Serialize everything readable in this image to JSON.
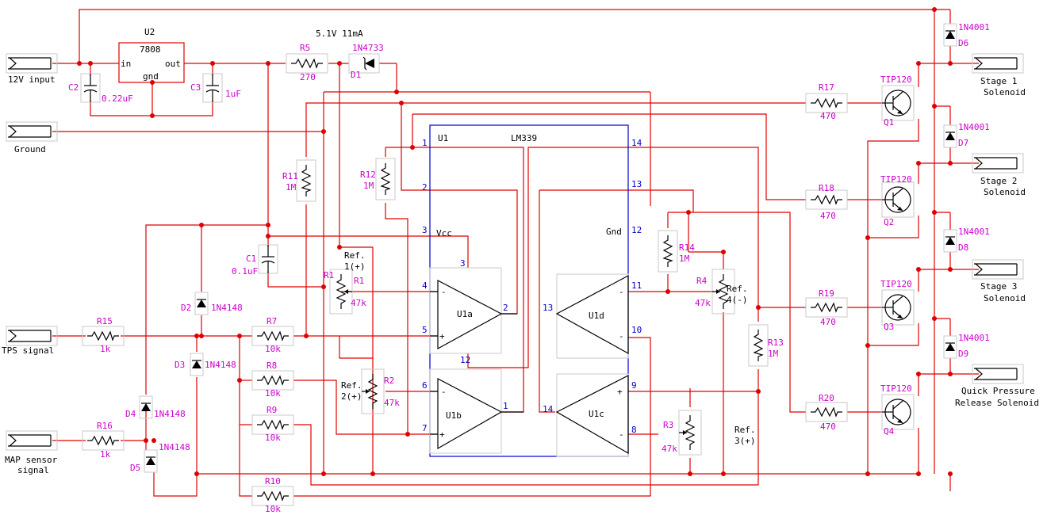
{
  "connectors": {
    "input_12v": "12V input",
    "ground": "Ground",
    "tps": "TPS signal",
    "map_1": "MAP sensor",
    "map_2": "signal",
    "stage1_1": "Stage 1",
    "stage1_2": "Solenoid",
    "stage2_1": "Stage 2",
    "stage2_2": "Solenoid",
    "stage3_1": "Stage 3",
    "stage3_2": "Solenoid",
    "qpr_1": "Quick Pressure",
    "qpr_2": "Release Solenoid"
  },
  "regulator": {
    "ref": "U2",
    "part": "7808",
    "pin_in": "in",
    "pin_out": "out",
    "pin_gnd": "gnd"
  },
  "comparator": {
    "ref": "U1",
    "part": "LM339",
    "vcc": "Vcc",
    "gnd": "Gnd",
    "units": {
      "a": "U1a",
      "b": "U1b",
      "c": "U1c",
      "d": "U1d"
    }
  },
  "pins": {
    "p1": "1",
    "p2": "2",
    "p3": "3",
    "p14": "14",
    "p13": "13",
    "p12": "12",
    "u1a_plus": "5",
    "u1a_minus": "4",
    "u1a_out": "2",
    "u1a_vcc": "3",
    "u1b_out": "1",
    "u1a_gnd": "12",
    "u1b_plus": "7",
    "u1b_minus": "6",
    "u1d_out": "13",
    "u1d_plus": "10",
    "u1d_minus": "11",
    "u1c_out": "14",
    "u1c_plus": "9",
    "u1c_minus": "8"
  },
  "caps": {
    "c2": {
      "ref": "C2",
      "value": "0.22uF"
    },
    "c3": {
      "ref": "C3",
      "value": "1uF"
    },
    "c1": {
      "ref": "C1",
      "value": "0.1uF"
    }
  },
  "resistors": {
    "r5": {
      "ref": "R5",
      "value": "270"
    },
    "r11": {
      "ref": "R11",
      "value": "1M"
    },
    "r12": {
      "ref": "R12",
      "value": "1M"
    },
    "r15": {
      "ref": "R15",
      "value": "1k"
    },
    "r16": {
      "ref": "R16",
      "value": "1k"
    },
    "r7": {
      "ref": "R7",
      "value": "10k"
    },
    "r8": {
      "ref": "R8",
      "value": "10k"
    },
    "r9": {
      "ref": "R9",
      "value": "10k"
    },
    "r10": {
      "ref": "R10",
      "value": "10k"
    },
    "r14": {
      "ref": "R14",
      "value": "1M"
    },
    "r13": {
      "ref": "R13",
      "value": "1M"
    },
    "r17": {
      "ref": "R17",
      "value": "470"
    },
    "r18": {
      "ref": "R18",
      "value": "470"
    },
    "r19": {
      "ref": "R19",
      "value": "470"
    },
    "r20": {
      "ref": "R20",
      "value": "470"
    }
  },
  "pots": {
    "r1": {
      "ref": "R1",
      "ref2": "R1",
      "value": "47k",
      "label1": "Ref.",
      "label2": "1(+)"
    },
    "r2": {
      "ref": "R2",
      "value": "47k",
      "label1": "Ref.",
      "label2": "2(+)"
    },
    "r3": {
      "ref": "R3",
      "value": "47k",
      "label1": "Ref.",
      "label2": "3(+)"
    },
    "r4": {
      "ref": "R4",
      "value": "47k",
      "label1": "Ref.",
      "label2": "4(-)"
    }
  },
  "diodes": {
    "d1": {
      "ref": "D1",
      "part": "1N4733",
      "note": "5.1V 11mA"
    },
    "d2": {
      "ref": "D2",
      "part": "1N4148"
    },
    "d3": {
      "ref": "D3",
      "part": "1N4148"
    },
    "d4": {
      "ref": "D4",
      "part": "1N4148"
    },
    "d5": {
      "ref": "D5",
      "part": "1N4148"
    },
    "d6": {
      "ref": "D6",
      "part": "1N4001"
    },
    "d7": {
      "ref": "D7",
      "part": "1N4001"
    },
    "d8": {
      "ref": "D8",
      "part": "1N4001"
    },
    "d9": {
      "ref": "D9",
      "part": "1N4001"
    }
  },
  "transistors": {
    "q1": {
      "ref": "Q1",
      "part": "TIP120"
    },
    "q2": {
      "ref": "Q2",
      "part": "TIP120"
    },
    "q3": {
      "ref": "Q3",
      "part": "TIP120"
    },
    "q4": {
      "ref": "Q4",
      "part": "TIP120"
    }
  },
  "colors": {
    "wire": "#e00000",
    "label": "#cc00cc",
    "chip": "#0000cc"
  }
}
